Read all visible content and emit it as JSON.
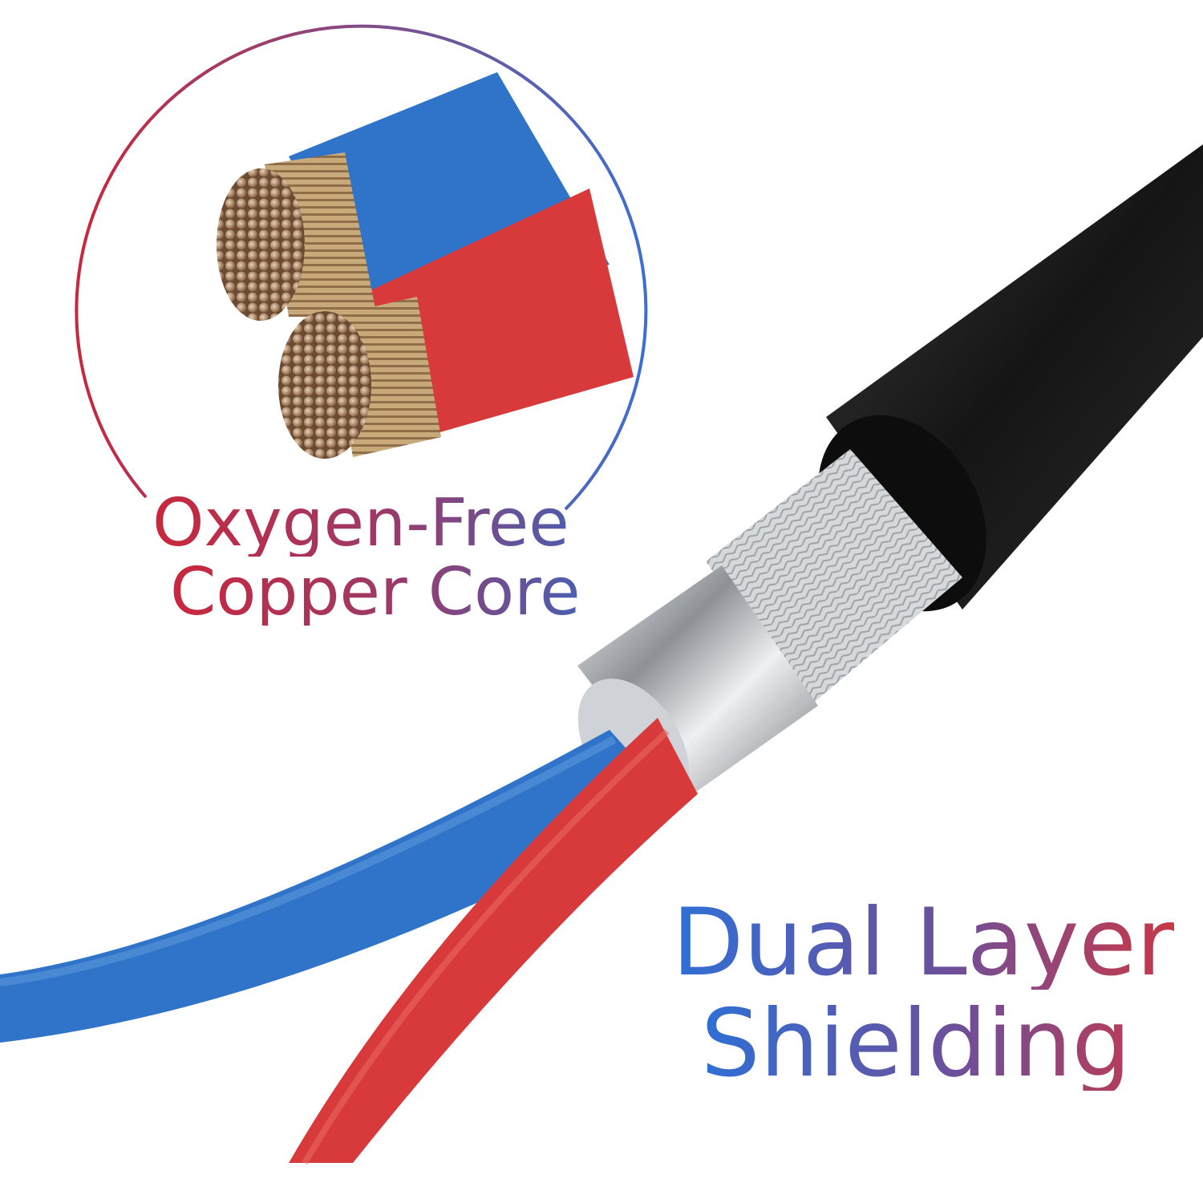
{
  "captions": {
    "copper_core": {
      "line1": "Oxygen-Free",
      "line2": "Copper Core"
    },
    "shielding": {
      "line1": "Dual Layer",
      "line2": "Shielding"
    }
  },
  "colors": {
    "blue_wire": "#2f74c8",
    "red_wire": "#d83a3c",
    "outer_jacket": "#1c1c1c",
    "foil_shield": "#c9ccd0",
    "braid_shield": "#dadde0",
    "copper_strands": "#b48a60"
  },
  "illustration": {
    "inset": "copper-core-closeup",
    "main": "shielded-cable-cutaway"
  }
}
